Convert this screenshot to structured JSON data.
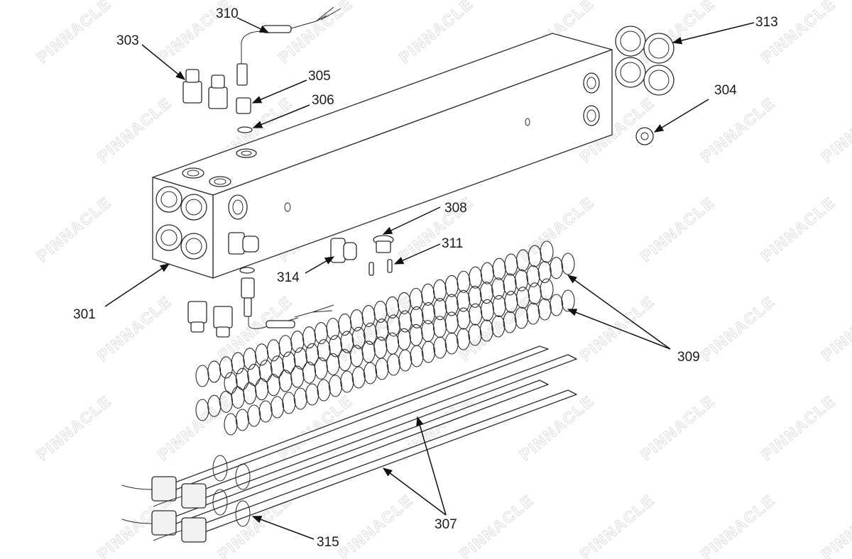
{
  "watermark": "PINNACLE",
  "callouts": [
    {
      "id": "c301",
      "label": "301"
    },
    {
      "id": "c303",
      "label": "303"
    },
    {
      "id": "c304",
      "label": "304"
    },
    {
      "id": "c305",
      "label": "305"
    },
    {
      "id": "c306",
      "label": "306"
    },
    {
      "id": "c307",
      "label": "307"
    },
    {
      "id": "c308",
      "label": "308"
    },
    {
      "id": "c309",
      "label": "309"
    },
    {
      "id": "c310",
      "label": "310"
    },
    {
      "id": "c311",
      "label": "311"
    },
    {
      "id": "c313",
      "label": "313"
    },
    {
      "id": "c314",
      "label": "314"
    },
    {
      "id": "c315",
      "label": "315"
    }
  ]
}
